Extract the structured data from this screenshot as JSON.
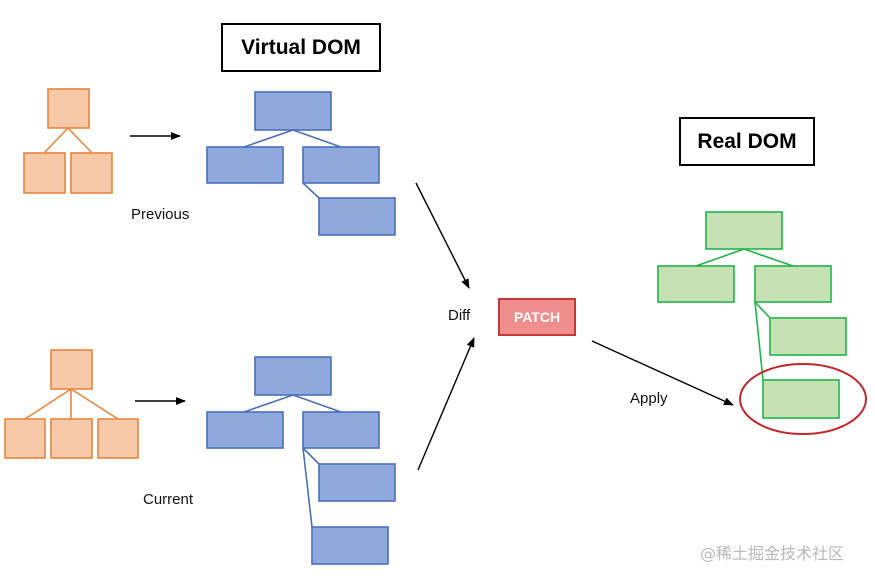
{
  "titles": {
    "virtual_dom": "Virtual DOM",
    "real_dom": "Real DOM"
  },
  "labels": {
    "previous": "Previous",
    "current": "Current",
    "diff": "Diff",
    "apply": "Apply",
    "patch": "PATCH"
  },
  "watermark": "@稀土掘金技术社区",
  "colors": {
    "orange_fill": "#f7c9a9",
    "orange_stroke": "#e8853d",
    "blue_fill": "#8fa9dc",
    "blue_stroke": "#4a70b8",
    "green_fill": "#c6e2b4",
    "green_stroke": "#22b24c",
    "patch_fill": "#f08e8e",
    "patch_stroke": "#c23b3b",
    "highlight_ellipse": "#c0282d"
  }
}
